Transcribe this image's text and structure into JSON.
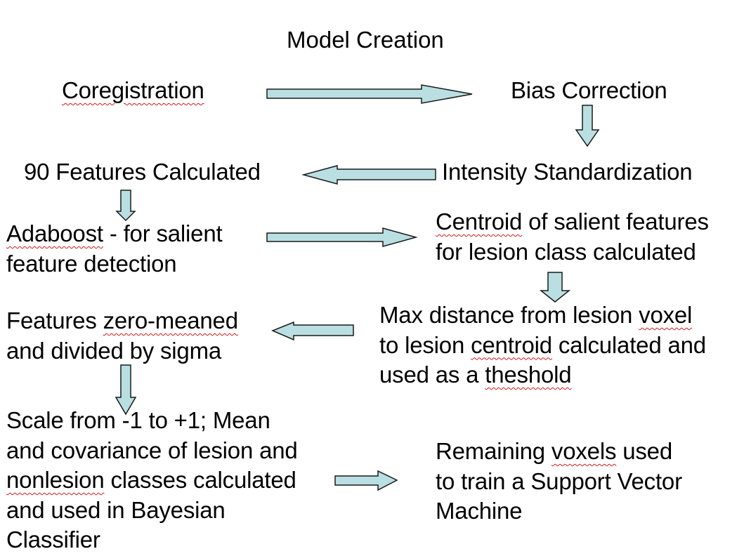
{
  "title": "Model Creation",
  "steps": {
    "coregistration": "Coregistration",
    "bias_correction": "Bias Correction",
    "intensity_standardization": "Intensity Standardization",
    "features_calculated": "90 Features Calculated",
    "adaboost": {
      "line1_word": "Adaboost",
      "line1_rest": " - for salient",
      "line2": "feature detection"
    },
    "centroid": {
      "line1_word": "Centroid",
      "line1_rest": " of salient features",
      "line2": "for lesion class calculated"
    },
    "max_distance": {
      "line1_pre": "Max distance from lesion ",
      "line1_word": "voxel",
      "line2_pre": "to lesion ",
      "line2_word": "centroid",
      "line2_rest": " calculated and",
      "line3_pre": "used as a ",
      "line3_word": "theshold"
    },
    "zero_mean": {
      "line1_pre": "Features ",
      "line1_word": "zero-meaned",
      "line2": "and divided by sigma"
    },
    "scale": {
      "line1": "Scale from -1 to +1; Mean",
      "line2": "and covariance of lesion and",
      "line3_word": "nonlesion",
      "line3_rest": " classes calculated",
      "line4": "and used in Bayesian",
      "line5": "Classifier"
    },
    "svm": {
      "line1_pre": "Remaining ",
      "line1_word": "voxels",
      "line1_rest": " used",
      "line2": "to train a Support Vector",
      "line3": "Machine"
    }
  },
  "colors": {
    "arrow_fill": "#b9dfe2",
    "arrow_stroke": "#1a1a1a",
    "spellcheck_underline": "#d21b1b"
  }
}
